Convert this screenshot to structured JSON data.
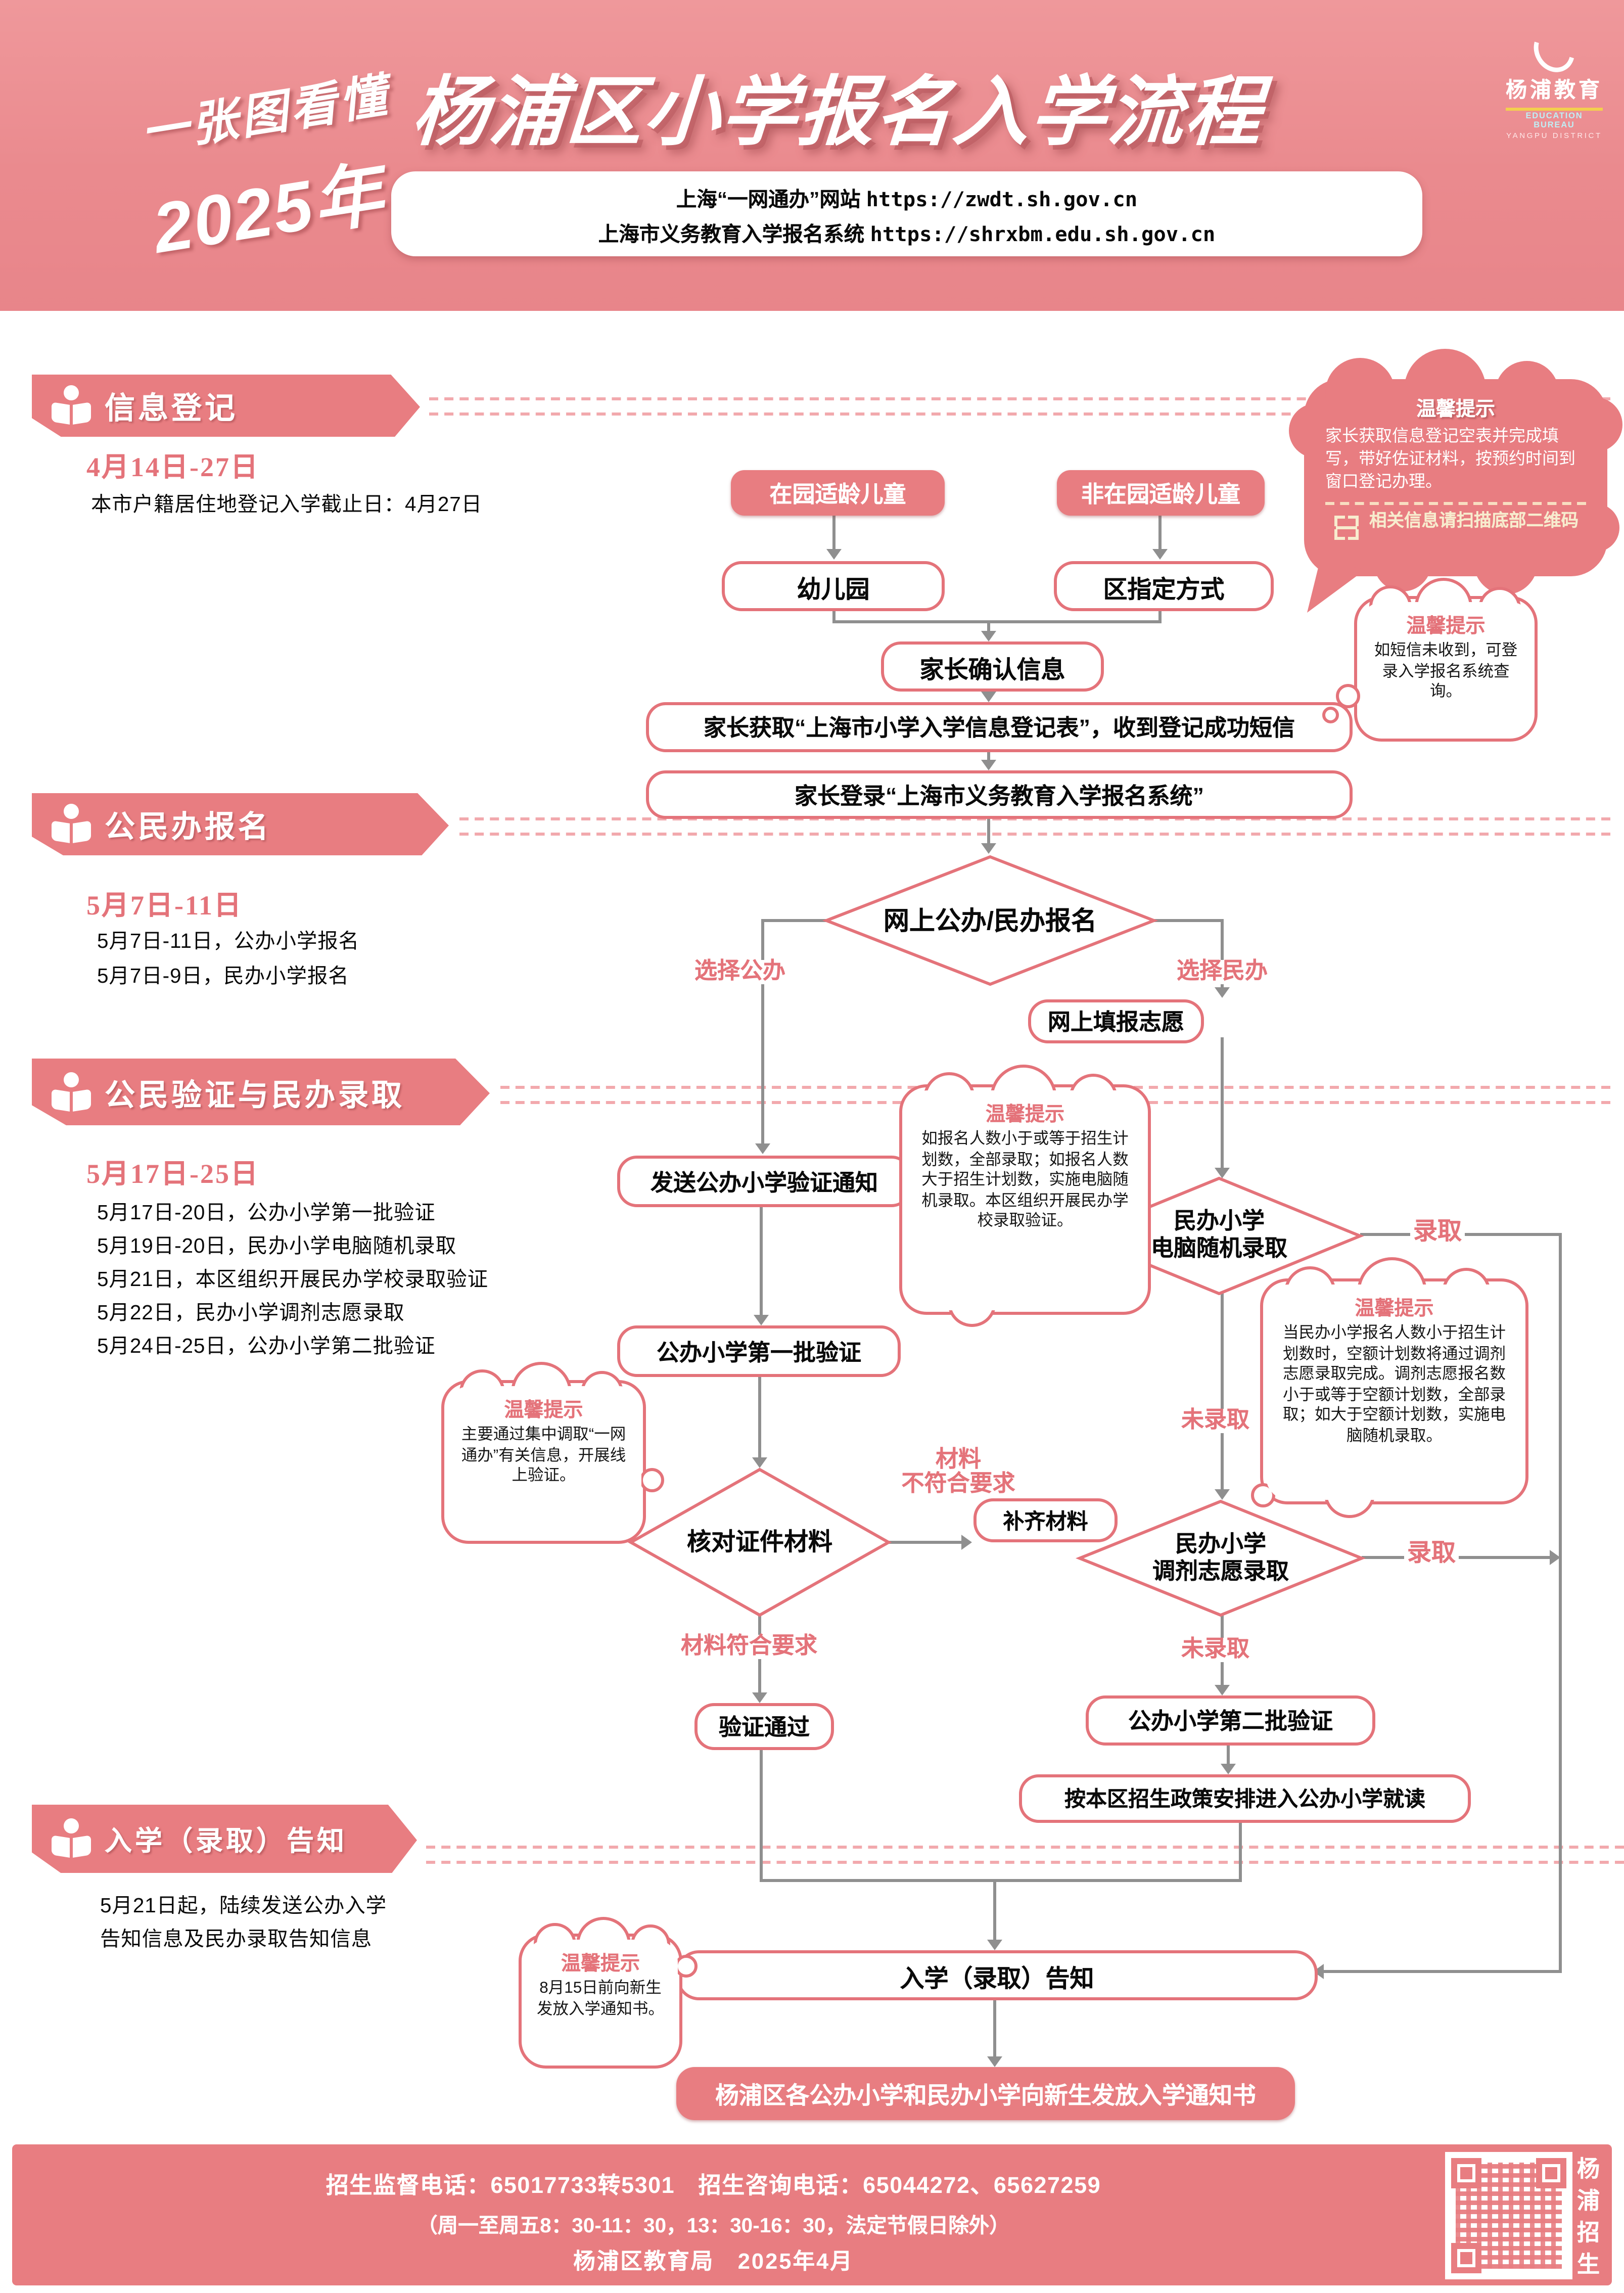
{
  "colors": {
    "accent_pink": "#e87d81",
    "border_pink": "#e4737a",
    "dashed_pink": "#f2a9ad",
    "cream": "#f7ecce",
    "line_gray": "#8f8f8f"
  },
  "header": {
    "tagline_line1": "一张图看懂",
    "tagline_line2": "2025年",
    "title": "杨浦区小学报名入学流程",
    "links": {
      "line1_label": "上海“一网通办”网站",
      "line1_url": "https://zwdt.sh.gov.cn",
      "line2_label": "上海市义务教育入学报名系统",
      "line2_url": "https://shrxbm.edu.sh.gov.cn"
    },
    "logo": {
      "name_cn": "杨浦教育",
      "name_en1": "EDUCATION BUREAU",
      "name_en2": "YANGPU DISTRICT"
    }
  },
  "sections": [
    {
      "title": "信息登记",
      "date": "4月14日-27日",
      "notes": [
        "本市户籍居住地登记入学截止日：4月27日"
      ]
    },
    {
      "title": "公民办报名",
      "date": "5月7日-11日",
      "notes": [
        "5月7日-11日，公办小学报名",
        "5月7日-9日，民办小学报名"
      ]
    },
    {
      "title": "公民验证与民办录取",
      "date": "5月17日-25日",
      "notes": [
        "5月17日-20日，公办小学第一批验证",
        "5月19日-20日，民办小学电脑随机录取",
        "5月21日，本区组织开展民办学校录取验证",
        "5月22日，民办小学调剂志愿录取",
        "5月24日-25日，公办小学第二批验证"
      ]
    },
    {
      "title": "入学（录取）告知",
      "date": "",
      "notes": [
        "5月21日起，陆续发送公办入学",
        "告知信息及民办录取告知信息"
      ]
    }
  ],
  "flow": {
    "zaiyuan": "在园适龄儿童",
    "feizaiyuan": "非在园适龄儿童",
    "youeryuan": "幼儿园",
    "quzhiding": "区指定方式",
    "queren": "家长确认信息",
    "huoqu": "家长获取“上海市小学入学信息登记表”，收到登记成功短信",
    "denglu": "家长登录“上海市义务教育入学报名系统”",
    "decision_baoming": "网上公办/民办报名",
    "xuanze_gongban": "选择公办",
    "xuanze_minban": "选择民办",
    "tianbao": "网上填报志愿",
    "fasong": "发送公办小学验证通知",
    "suiji_l1": "民办小学",
    "suiji_l2": "电脑随机录取",
    "luqu": "录取",
    "weiluqu": "未录取",
    "diyipi": "公办小学第一批验证",
    "hedui": "核对证件材料",
    "bufuhe_l1": "材料",
    "bufuhe_l2": "不符合要求",
    "buqi": "补齐材料",
    "tiaoji_l1": "民办小学",
    "tiaoji_l2": "调剂志愿录取",
    "fuhe": "材料符合要求",
    "tongguo": "验证通过",
    "dierpi": "公办小学第二批验证",
    "anbenqu": "按本区招生政策安排进入公办小学就读",
    "gaozhi": "入学（录取）告知",
    "fafang": "杨浦区各公办小学和民办小学向新生发放入学通知书"
  },
  "tips": [
    {
      "title": "温馨提示",
      "body": "家长获取信息登记空表并完成填写，带好佐证材料，按预约时间到窗口登记办理。",
      "note": "相关信息请扫描底部二维码"
    },
    {
      "title": "温馨提示",
      "body": "如短信未收到，可登录入学报名系统查询。"
    },
    {
      "title": "温馨提示",
      "body": "如报名人数小于或等于招生计划数，全部录取；如报名人数大于招生计划数，实施电脑随机录取。本区组织开展民办学校录取验证。"
    },
    {
      "title": "温馨提示",
      "body": "当民办小学报名人数小于招生计划数时，空额计划数将通过调剂志愿录取完成。调剂志愿报名数小于或等于空额计划数，全部录取；如大于空额计划数，实施电脑随机录取。"
    },
    {
      "title": "温馨提示",
      "body": "主要通过集中调取“一网通办”有关信息，开展线上验证。"
    },
    {
      "title": "温馨提示",
      "body": "8月15日前向新生发放入学通知书。"
    }
  ],
  "footer": {
    "line1": "招生监督电话：65017733转5301　招生咨询电话：65044272、65627259",
    "line2": "（周一至周五8：30-11：30，13：30-16：30，法定节假日除外）",
    "line3": "杨浦区教育局　2025年4月",
    "qr_caption": "杨浦招生"
  }
}
